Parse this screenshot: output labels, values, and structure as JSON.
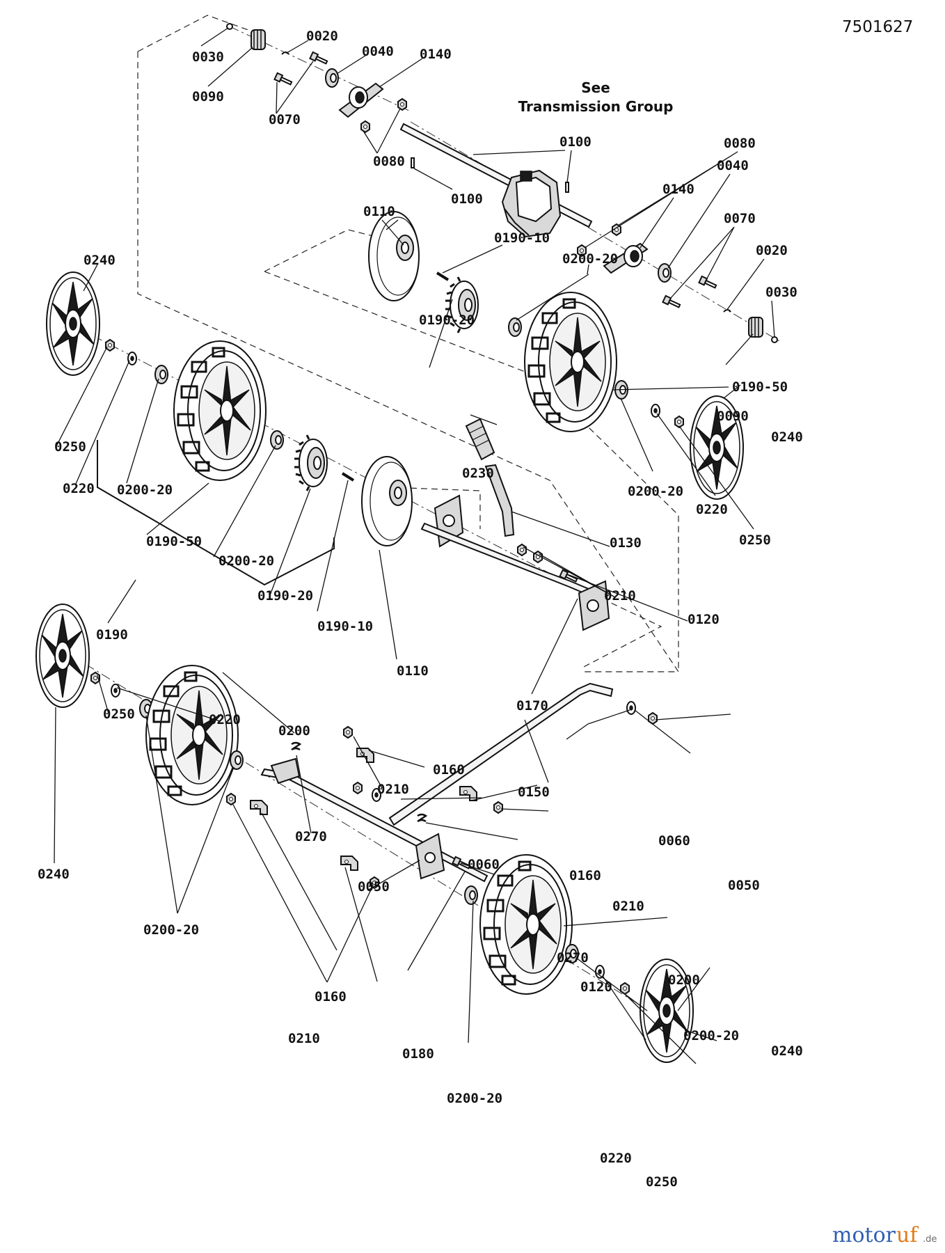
{
  "document_number": "7501627",
  "note": {
    "line1": "See",
    "line2": "Transmission Group"
  },
  "labels": [
    {
      "id": "l01",
      "text": "0030"
    },
    {
      "id": "l02",
      "text": "0020"
    },
    {
      "id": "l03",
      "text": "0040"
    },
    {
      "id": "l04",
      "text": "0140"
    },
    {
      "id": "l05",
      "text": "0090"
    },
    {
      "id": "l06",
      "text": "0070"
    },
    {
      "id": "l07",
      "text": "0080"
    },
    {
      "id": "l08",
      "text": "0100"
    },
    {
      "id": "l09",
      "text": "0100"
    },
    {
      "id": "l10",
      "text": "0080"
    },
    {
      "id": "l11",
      "text": "0040"
    },
    {
      "id": "l12",
      "text": "0140"
    },
    {
      "id": "l13",
      "text": "0070"
    },
    {
      "id": "l14",
      "text": "0020"
    },
    {
      "id": "l15",
      "text": "0030"
    },
    {
      "id": "l16",
      "text": "0110"
    },
    {
      "id": "l17",
      "text": "0190-10"
    },
    {
      "id": "l18",
      "text": "0200-20"
    },
    {
      "id": "l19",
      "text": "0190-20"
    },
    {
      "id": "l20",
      "text": "0190-50"
    },
    {
      "id": "l21",
      "text": "0090"
    },
    {
      "id": "l22",
      "text": "0240"
    },
    {
      "id": "l23",
      "text": "0240"
    },
    {
      "id": "l24",
      "text": "0250"
    },
    {
      "id": "l25",
      "text": "0220"
    },
    {
      "id": "l26",
      "text": "0200-20"
    },
    {
      "id": "l27",
      "text": "0190-50"
    },
    {
      "id": "l28",
      "text": "0200-20"
    },
    {
      "id": "l29",
      "text": "0190-20"
    },
    {
      "id": "l30",
      "text": "0190-10"
    },
    {
      "id": "l31",
      "text": "0190"
    },
    {
      "id": "l32",
      "text": "0110"
    },
    {
      "id": "l33",
      "text": "0230"
    },
    {
      "id": "l34",
      "text": "0130"
    },
    {
      "id": "l35",
      "text": "0210"
    },
    {
      "id": "l36",
      "text": "0120"
    },
    {
      "id": "l37",
      "text": "0170"
    },
    {
      "id": "l38",
      "text": "0200-20"
    },
    {
      "id": "l39",
      "text": "0220"
    },
    {
      "id": "l40",
      "text": "0250"
    },
    {
      "id": "l41",
      "text": "0250"
    },
    {
      "id": "l42",
      "text": "0220"
    },
    {
      "id": "l43",
      "text": "0200"
    },
    {
      "id": "l44",
      "text": "0240"
    },
    {
      "id": "l45",
      "text": "0200-20"
    },
    {
      "id": "l46",
      "text": "0270"
    },
    {
      "id": "l47",
      "text": "0210"
    },
    {
      "id": "l48",
      "text": "0160"
    },
    {
      "id": "l49",
      "text": "0150"
    },
    {
      "id": "l50",
      "text": "0060"
    },
    {
      "id": "l51",
      "text": "0050"
    },
    {
      "id": "l52",
      "text": "0050"
    },
    {
      "id": "l53",
      "text": "0060"
    },
    {
      "id": "l54",
      "text": "0160"
    },
    {
      "id": "l55",
      "text": "0210"
    },
    {
      "id": "l56",
      "text": "0270"
    },
    {
      "id": "l57",
      "text": "0160"
    },
    {
      "id": "l58",
      "text": "0210"
    },
    {
      "id": "l59",
      "text": "0120"
    },
    {
      "id": "l60",
      "text": "0180"
    },
    {
      "id": "l61",
      "text": "0200"
    },
    {
      "id": "l62",
      "text": "0200-20"
    },
    {
      "id": "l63",
      "text": "0200-20"
    },
    {
      "id": "l64",
      "text": "0240"
    },
    {
      "id": "l65",
      "text": "0220"
    },
    {
      "id": "l66",
      "text": "0250"
    }
  ],
  "watermark": {
    "brand_prefix": "motor",
    "brand_suffix": "uf",
    "tld": ".de"
  },
  "colors": {
    "ink": "#111111",
    "watermark_blue": "#2f5fb3",
    "watermark_orange": "#e07b1a",
    "watermark_gray": "#6b6b6b"
  }
}
